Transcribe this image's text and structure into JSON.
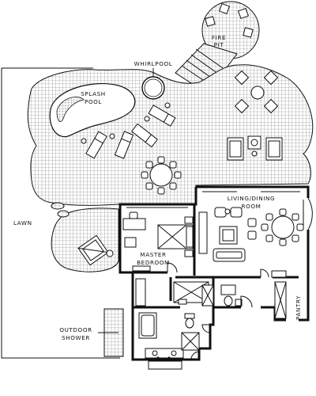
{
  "labels": {
    "fire_pit": [
      "FIRE",
      "PIT"
    ],
    "whirlpool": "WHIRLPOOL",
    "splash_pool": [
      "SPLASH",
      "POOL"
    ],
    "lawn": "LAWN",
    "living_dining": [
      "LIVING/DINING",
      "ROOM"
    ],
    "master_bedroom": [
      "MASTER",
      "BEDROOM"
    ],
    "outdoor_shower": [
      "OUTDOOR",
      "SHOWER"
    ],
    "pantry": "PANTRY"
  },
  "colors": {
    "ink": "#111111",
    "paper": "#ffffff",
    "tile": "#6e6e6e"
  }
}
